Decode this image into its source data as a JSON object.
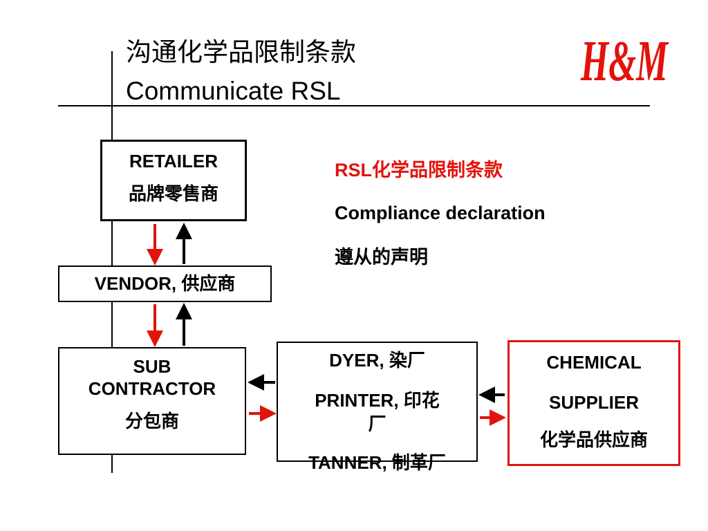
{
  "title": {
    "cn": "沟通化学品限制条款",
    "en": "Communicate RSL"
  },
  "logo": {
    "text": "H&M",
    "color": "#e3120b"
  },
  "nodes": {
    "retailer": {
      "en": "RETAILER",
      "cn": "品牌零售商"
    },
    "vendor": {
      "label": "VENDOR, 供应商"
    },
    "sub_contractor": {
      "line1": "SUB",
      "line2": "CONTRACTOR",
      "cn": "分包商"
    },
    "dyer": {
      "line1": "DYER, 染厂",
      "line2": "PRINTER, 印花",
      "line3": "厂",
      "line4": "TANNER, 制革厂"
    },
    "chemical_supplier": {
      "line1": "CHEMICAL",
      "line2": "SUPPLIER",
      "cn": "化学品供应商"
    }
  },
  "annotations": {
    "rsl": "RSL化学品限制条款",
    "compliance": "Compliance declaration",
    "compliance_cn": "遵从的声明"
  },
  "colors": {
    "accent": "#e3120b",
    "line": "#000000"
  }
}
